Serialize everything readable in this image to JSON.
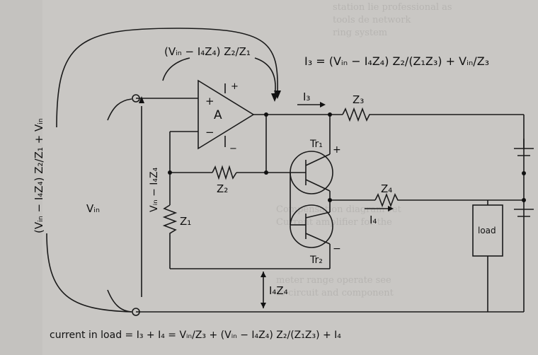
{
  "equation_top": "I₃ = (Vᵢₙ − I₄Z₄) Z₂/(Z₁Z₃) + Vᵢₙ/Z₃",
  "gain_label": "(Vᵢₙ − I₄Z₄) Z₂/Z₁",
  "left_vertical_label": "(Vᵢₙ − I₄Z₄) Z₂/Z₁ + Vᵢₙ",
  "vin_minus_label": "Vᵢₙ − I₄Z₄",
  "vin_label": "Vᵢₙ",
  "opamp_label": "A",
  "opamp_plus": "+",
  "opamp_minus": "−",
  "supply_plus": "+",
  "supply_minus": "−",
  "i3_label": "I₃",
  "i4_label": "I₄",
  "z1_label": "Z₁",
  "z2_label": "Z₂",
  "z3_label": "Z₃",
  "z4_label": "Z₄",
  "tr1_label": "Tr₁",
  "tr2_label": "Tr₂",
  "tr1_sign": "+",
  "tr2_sign": "−",
  "i4z4_label": "I₄Z₄",
  "load_label": "load",
  "bottom_equation": "current in load = I₃ + I₄ = Vᵢₙ/Z₃ + (Vᵢₙ − I₄Z₄) Z₂/(Z₁Z₃) + I₄"
}
